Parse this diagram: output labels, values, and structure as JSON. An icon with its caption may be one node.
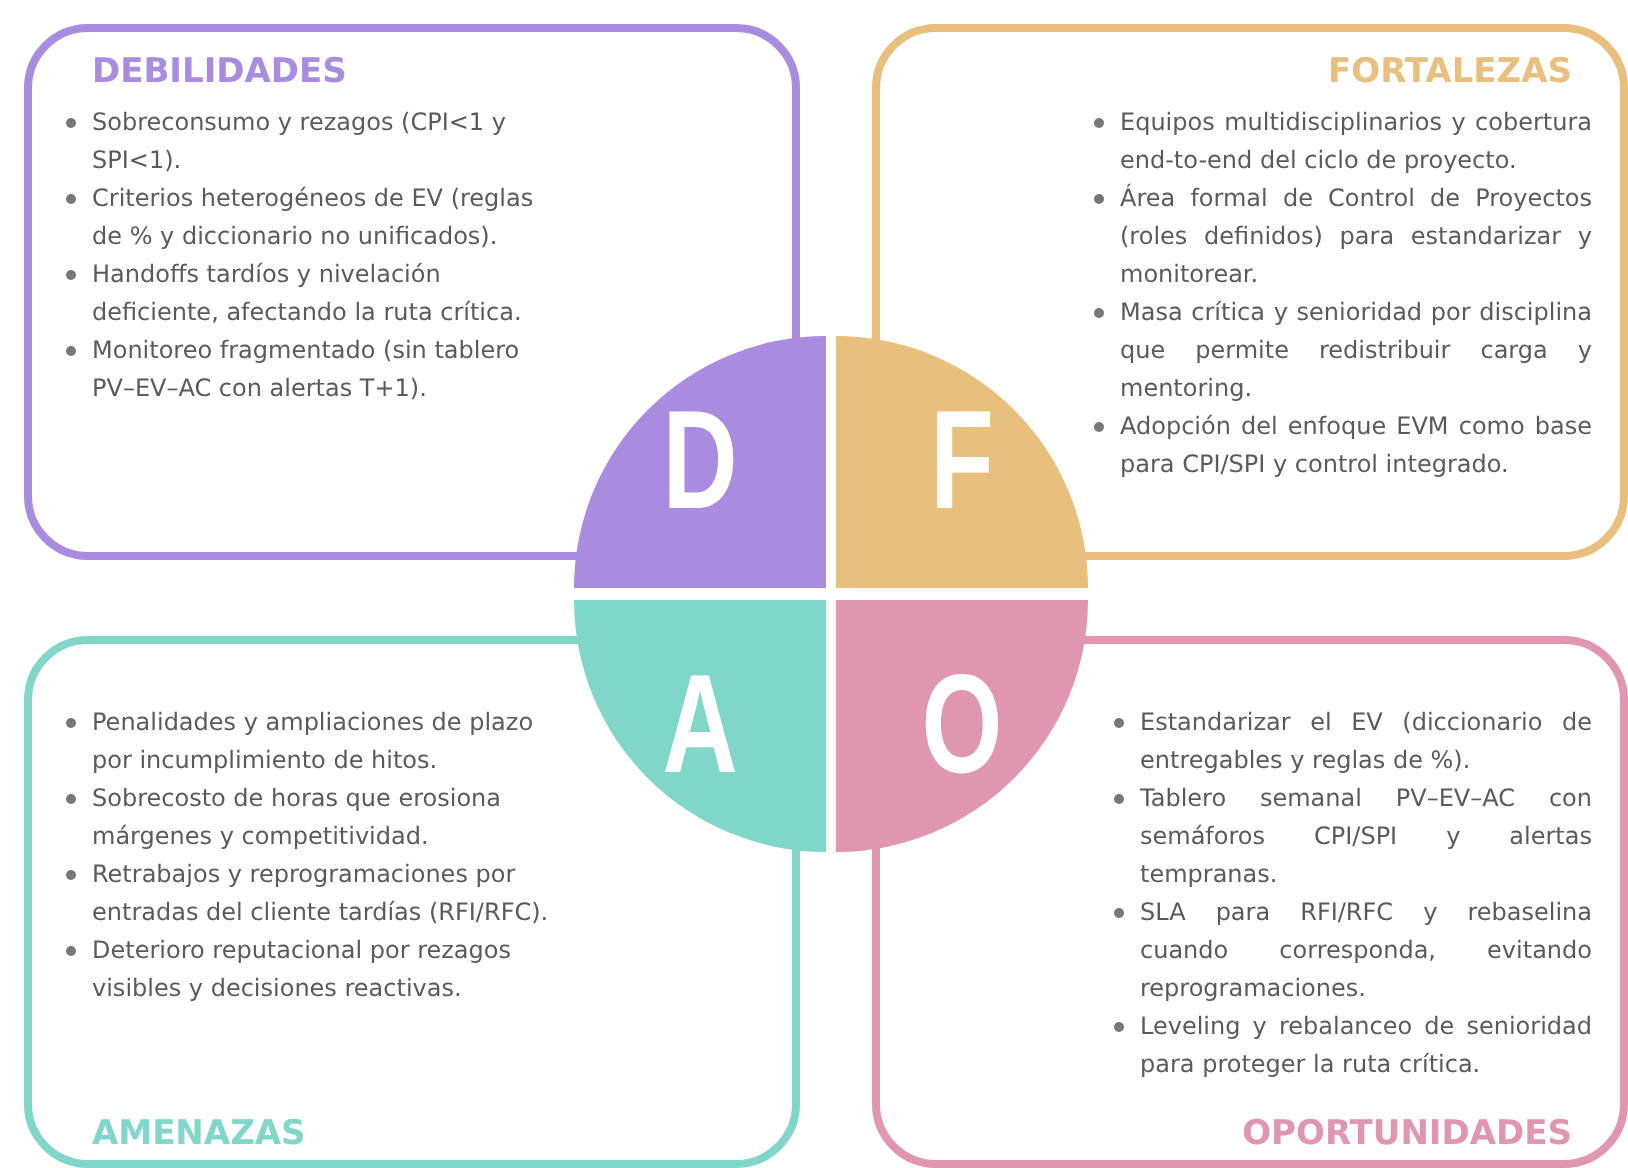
{
  "diagram": {
    "nodes": [
      {
        "text": [
          "DEBILIDADES",
          "Sobreconsumo y rezagos (CPI<1 y SPI<1).",
          "Criterios heterogéneos de EV (reglas de % y diccionario no unificados).",
          "Handoffs tardíos y nivelación deficiente, afectando la ruta crítica.",
          "Monitoreo fragmentado (sin tablero PV–EV–AC con alertas T+1)."
        ]
      },
      {
        "text": [
          "FORTALEZAS",
          "Equipos multidisciplinarios y cobertura end-to-end del ciclo de proyecto.",
          "Área formal de Control de Proyectos (roles definidos) para estandarizar y monitorear.",
          "Masa crítica y senioridad por disciplina que permite redistribuir carga y mentoring.",
          "Adopción del enfoque EVM como base para CPI/SPI y control integrado."
        ]
      },
      {
        "text": [
          "D"
        ]
      },
      {
        "text": [
          "F"
        ]
      },
      {
        "text": [
          "A"
        ]
      },
      {
        "text": [
          "O"
        ]
      },
      {
        "text": [
          "Penalidades y ampliaciones de plazo por incumplimiento de hitos.",
          "Sobrecosto de horas que erosiona márgenes y competitividad.",
          "Retrabajos y reprogramaciones por entradas del cliente tardías (RFI/RFC).",
          "Deterioro reputacional por rezagos visibles y decisiones reactivas.",
          "AMENAZAS"
        ]
      },
      {
        "text": [
          "Estandarizar el EV (diccionario de entregables y reglas de %).",
          "Tablero semanal PV–EV–AC con semáforos CPI/SPI y alertas tempranas.",
          "SLA para RFI/RFC y rebaselina cuando corresponda, evitando reprogramaciones.",
          "Leveling y rebalanceo de senioridad para proteger la ruta crítica.",
          "OPORTUNIDADES"
        ]
      }
    ]
  }
}
